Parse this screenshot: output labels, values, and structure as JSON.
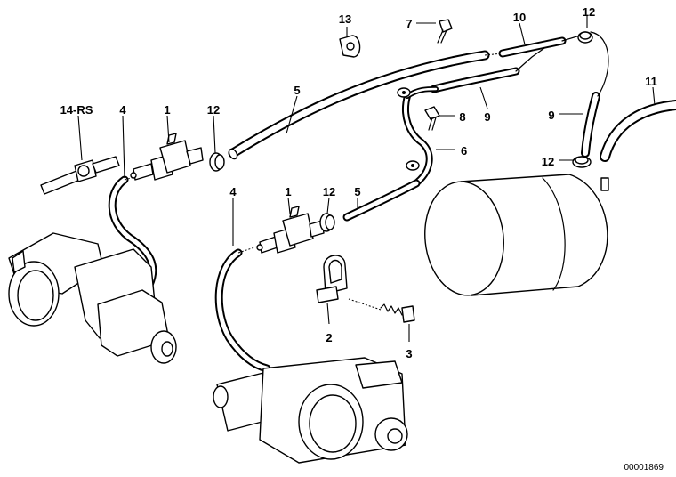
{
  "callouts": {
    "c1a": "1",
    "c1b": "1",
    "c2": "2",
    "c3": "3",
    "c4a": "4",
    "c4b": "4",
    "c5a": "5",
    "c5b": "5",
    "c6": "6",
    "c7": "7",
    "c8": "8",
    "c9a": "9",
    "c9b": "9",
    "c10": "10",
    "c11": "11",
    "c12a": "12",
    "c12b": "12",
    "c12c": "12",
    "c12d": "12",
    "c13": "13",
    "c14": "14-RS"
  },
  "diagram_code": "00001869"
}
